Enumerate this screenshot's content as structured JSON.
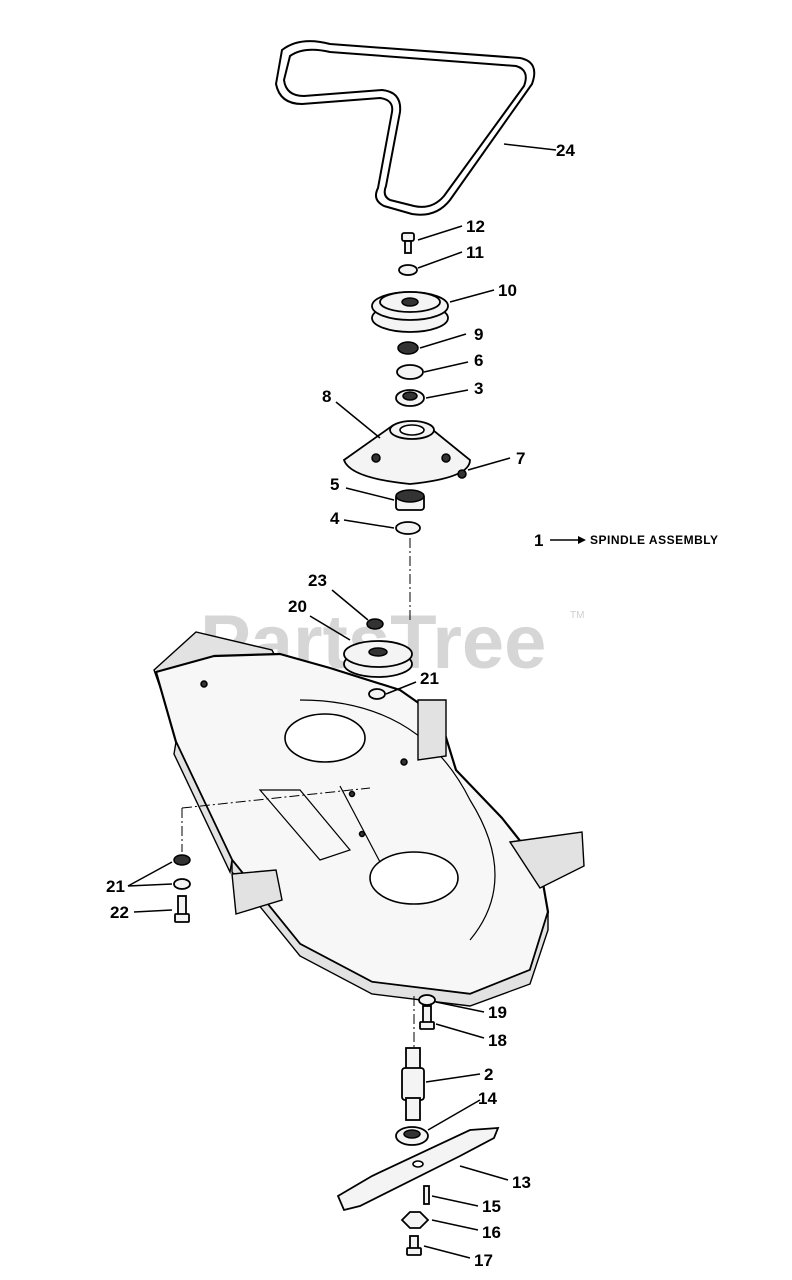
{
  "watermark": {
    "text": "PartsTree",
    "tm": "TM"
  },
  "assembly_note": {
    "number": "1",
    "label": "SPINDLE ASSEMBLY"
  },
  "callouts": {
    "c24": "24",
    "c12": "12",
    "c11": "11",
    "c10": "10",
    "c9": "9",
    "c6": "6",
    "c3": "3",
    "c8": "8",
    "c7": "7",
    "c5": "5",
    "c4": "4",
    "c23": "23",
    "c20": "20",
    "c21_top": "21",
    "c21_left": "21",
    "c22": "22",
    "c19": "19",
    "c18": "18",
    "c2": "2",
    "c14": "14",
    "c13": "13",
    "c15": "15",
    "c16": "16",
    "c17": "17"
  }
}
